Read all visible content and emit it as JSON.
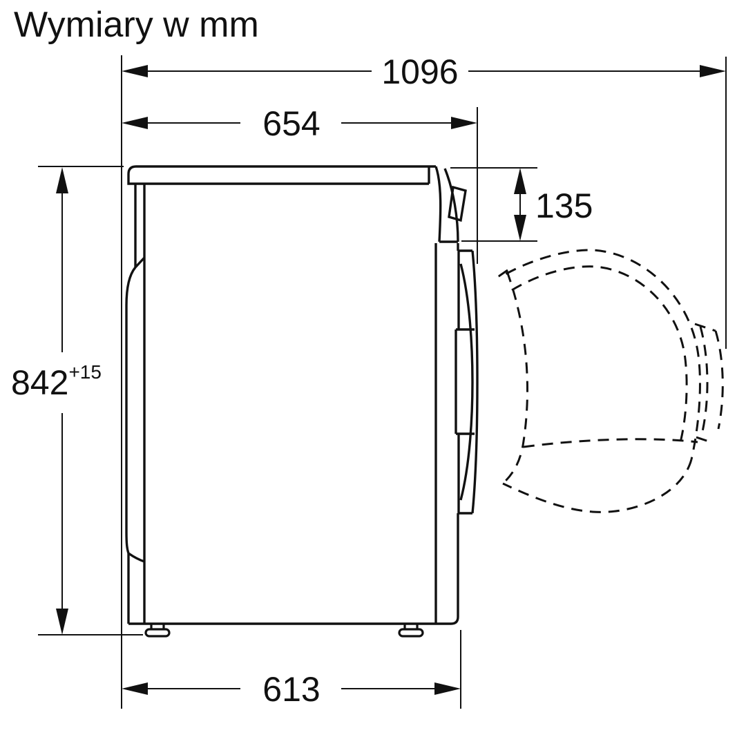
{
  "title": "Wymiary w mm",
  "colors": {
    "line": "#111111",
    "background": "#ffffff"
  },
  "dimensions": {
    "total_depth_door_open": "1096",
    "depth_door_closed": "654",
    "door_height_offset_top": "135",
    "height_value": "842",
    "height_tolerance": "+15",
    "body_depth_without_door": "613"
  }
}
